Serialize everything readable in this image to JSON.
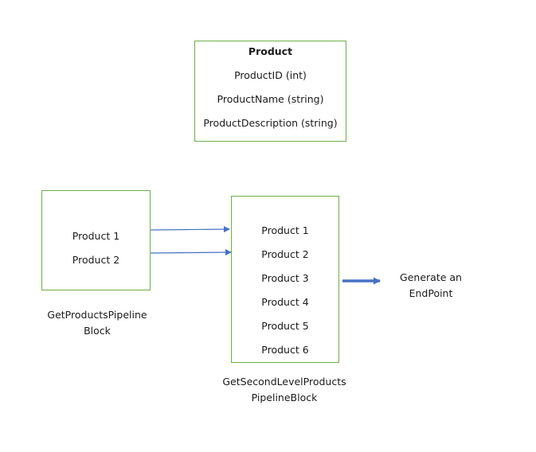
{
  "product_entity": {
    "title": "Product",
    "fields": [
      "ProductID (int)",
      "ProductName (string)",
      "ProductDescription (string)"
    ]
  },
  "first_block": {
    "items": [
      "Product 1",
      "Product 2"
    ],
    "caption_line1": "GetProductsPipeline",
    "caption_line2": "Block"
  },
  "second_block": {
    "items": [
      "Product 1",
      "Product 2",
      "Product 3",
      "Product 4",
      "Product 5",
      "Product 6"
    ],
    "caption_line1": "GetSecondLevelProducts",
    "caption_line2": "PipelineBlock"
  },
  "endpoint": {
    "line1": "Generate an",
    "line2": "EndPoint"
  },
  "colors": {
    "box_border": "#70ad47",
    "arrow": "#4472c4"
  }
}
